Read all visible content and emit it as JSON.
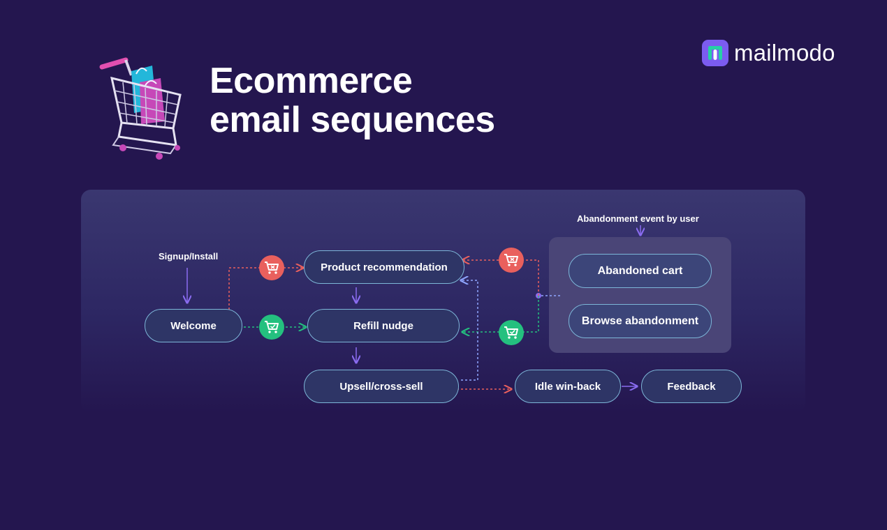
{
  "brand": {
    "name": "mailmodo",
    "logo_color": "#7b5cf0",
    "logo_bars_color": "#26d0a6"
  },
  "title": {
    "line1": "Ecommerce",
    "line2": "email sequences"
  },
  "diagram": {
    "start_label": "Signup/Install",
    "abandon_label": "Abandonment event by user",
    "nodes": {
      "welcome": "Welcome",
      "product_recommendation": "Product recommendation",
      "refill_nudge": "Refill nudge",
      "upsell": "Upsell/cross-sell",
      "abandoned_cart": "Abandoned cart",
      "browse_abandonment": "Browse abandonment",
      "idle_winback": "Idle win-back",
      "feedback": "Feedback"
    },
    "icons": {
      "purchase_red": "cart-icon",
      "purchase_green": "cart-check-icon"
    },
    "colors": {
      "red_path": "#e9605d",
      "green_path": "#24c07f",
      "blue_path": "#8fa6ff",
      "arrow": "#8a6cf0"
    }
  }
}
